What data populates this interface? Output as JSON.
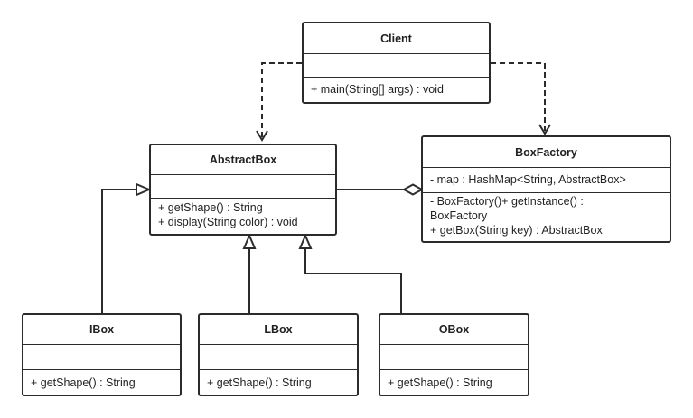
{
  "classes": {
    "client": {
      "name": "Client",
      "attributes": [],
      "methods": [
        "+ main(String[] args) : void"
      ]
    },
    "abstractbox": {
      "name": "AbstractBox",
      "attributes": [],
      "methods": [
        "+ getShape() : String",
        "+ display(String color) : void"
      ]
    },
    "boxfactory": {
      "name": "BoxFactory",
      "attributes": [
        "- map : HashMap<String, AbstractBox>"
      ],
      "methods": [
        "- BoxFactory()+ getInstance() :",
        "BoxFactory",
        "+ getBox(String key) : AbstractBox"
      ]
    },
    "ibox": {
      "name": "IBox",
      "attributes": [],
      "methods": [
        "+ getShape() : String"
      ]
    },
    "lbox": {
      "name": "LBox",
      "attributes": [],
      "methods": [
        "+ getShape() : String"
      ]
    },
    "obox": {
      "name": "OBox",
      "attributes": [],
      "methods": [
        "+ getShape() : String"
      ]
    }
  },
  "relations": [
    {
      "from": "Client",
      "to": "AbstractBox",
      "type": "dependency"
    },
    {
      "from": "Client",
      "to": "BoxFactory",
      "type": "dependency"
    },
    {
      "from": "BoxFactory",
      "to": "AbstractBox",
      "type": "aggregation"
    },
    {
      "from": "IBox",
      "to": "AbstractBox",
      "type": "generalization"
    },
    {
      "from": "LBox",
      "to": "AbstractBox",
      "type": "generalization"
    },
    {
      "from": "OBox",
      "to": "AbstractBox",
      "type": "generalization"
    }
  ]
}
